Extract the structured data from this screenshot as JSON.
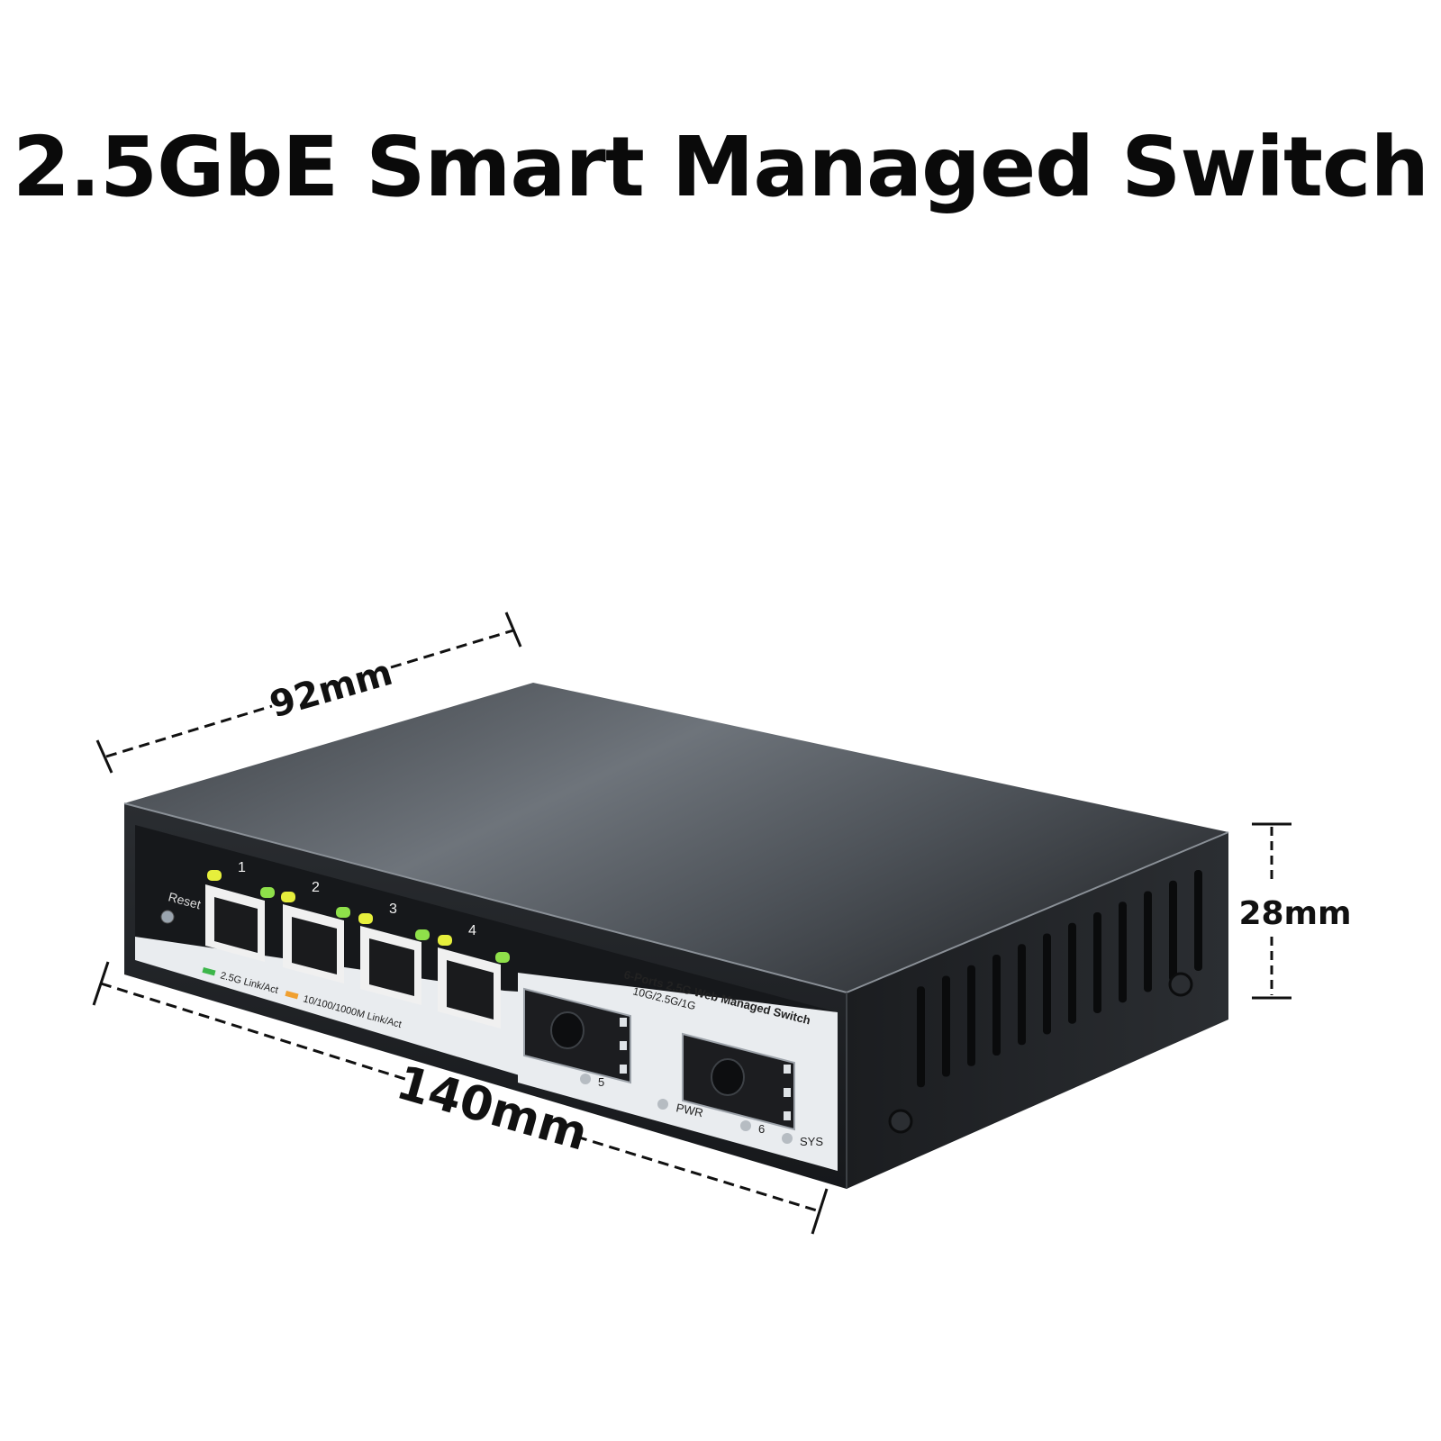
{
  "title": "2.5GbE Smart Managed Switch",
  "dimensions": {
    "depth": "92mm",
    "width": "140mm",
    "height": "28mm"
  },
  "panel": {
    "reset_label": "Reset",
    "port_numbers": [
      "1",
      "2",
      "3",
      "4"
    ],
    "legend_green": "2.5G Link/Act",
    "legend_orange": "10/100/1000M Link/Act",
    "model_line1": "6-Ports 2.5G Web Managed Switch",
    "model_line2": "10G/2.5G/1G",
    "sfp_labels": [
      "5",
      "6"
    ],
    "pwr_label": "PWR",
    "sys_label": "SYS"
  },
  "colors": {
    "body_top": "#5f656c",
    "body_side": "#1f2226",
    "panel_light": "#e9ecef",
    "led_green": "#8fe04a",
    "led_yellow": "#e6ef3c",
    "led_orange": "#f0a030"
  }
}
